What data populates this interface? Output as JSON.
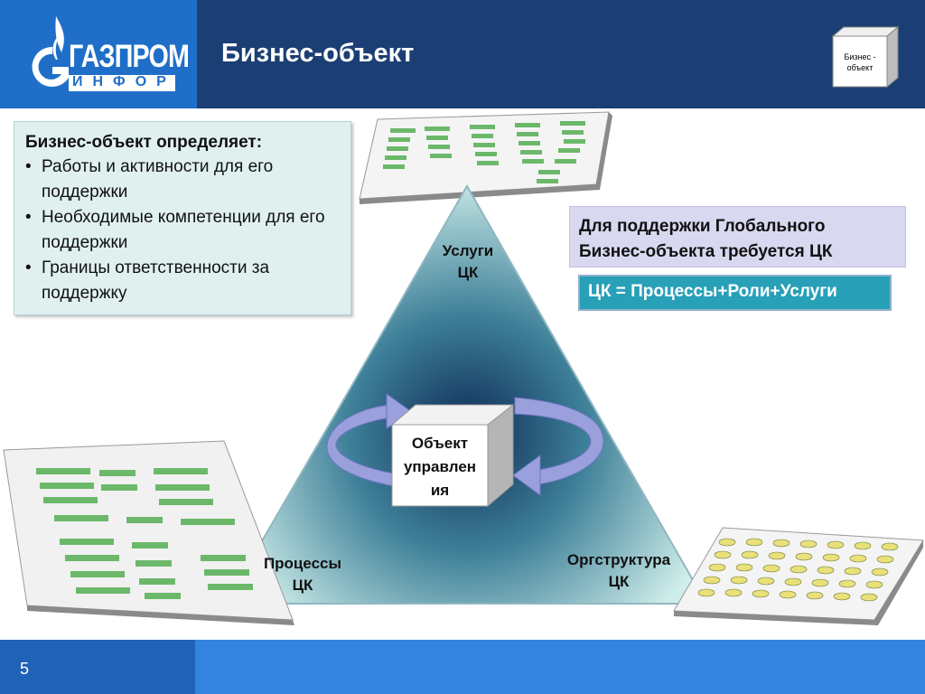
{
  "header": {
    "logo": {
      "name": "ГАЗПРОМ",
      "sub": "ИНФОРМ"
    },
    "title": "Бизнес-объект",
    "cube_icon_label": "Бизнес - объект"
  },
  "definition": {
    "title": "Бизнес-объект определяет:",
    "items": [
      "Работы и активности для его поддержки",
      "Необходимые компетенции для его поддержки",
      "Границы ответственности за поддержку"
    ]
  },
  "right_panel": {
    "statement": "Для поддержки Глобального Бизнес-объекта требуется ЦК",
    "formula": "ЦК = Процессы+Роли+Услуги"
  },
  "triangle": {
    "top": {
      "line1": "Услуги",
      "line2": "ЦК"
    },
    "left": {
      "line1": "Процессы",
      "line2": "ЦК"
    },
    "right": {
      "line1": "Оргструктура",
      "line2": "ЦК"
    },
    "center": {
      "line1": "Объект",
      "line2": "управлен",
      "line3": "ия"
    }
  },
  "footer": {
    "page_number": "5"
  },
  "colors": {
    "header_bg": "#1b3f74",
    "logo_bg": "#1f6fc8",
    "footer_bg": "#3384df",
    "definition_bg": "#dff0ef",
    "statement_bg": "#d8d8f0",
    "formula_bg": "#27a0b8",
    "triangle_dark": "#0e2a55",
    "triangle_light": "#cfeeea",
    "arrow": "#8c93d6"
  }
}
